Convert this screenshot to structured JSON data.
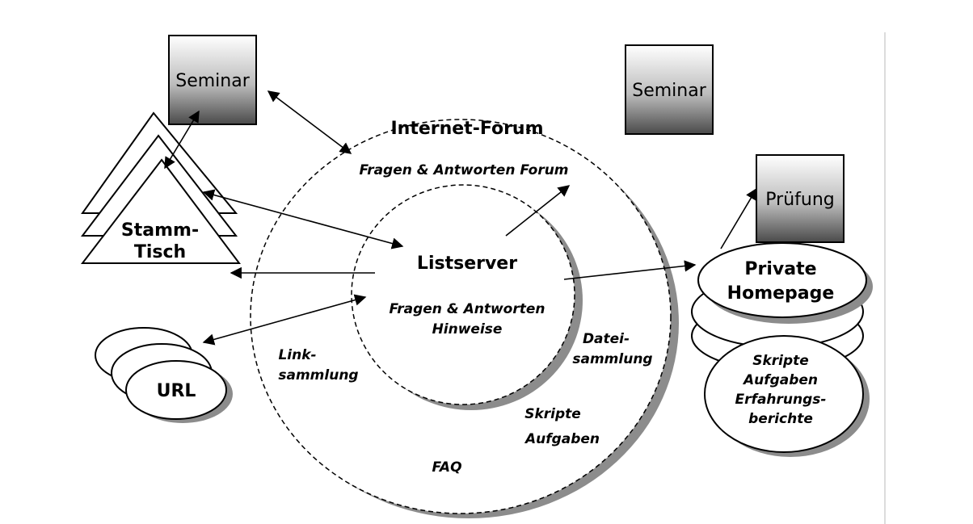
{
  "diagram": {
    "seminar_left": "Seminar",
    "seminar_right": "Seminar",
    "stammtisch_line1": "Stamm-",
    "stammtisch_line2": "Tisch",
    "url": "URL",
    "internet_forum": "Internet-Forum",
    "fragen_forum": "Fragen & Antworten Forum",
    "listserver": "Listserver",
    "listserver_fragen": "Fragen & Antworten",
    "listserver_hinweise": "Hinweise",
    "link_line1": "Link-",
    "link_line2": "sammlung",
    "datei_line1": "Datei-",
    "datei_line2": "sammlung",
    "skripte": "Skripte",
    "aufgaben": "Aufgaben",
    "faq": "FAQ",
    "pruefung": "Prüfung",
    "homepage_line1": "Private",
    "homepage_line2": "Homepage",
    "hp_skripte": "Skripte",
    "hp_aufgaben": "Aufgaben",
    "hp_erfahrungs": "Erfahrungs-",
    "hp_berichte": "berichte"
  }
}
